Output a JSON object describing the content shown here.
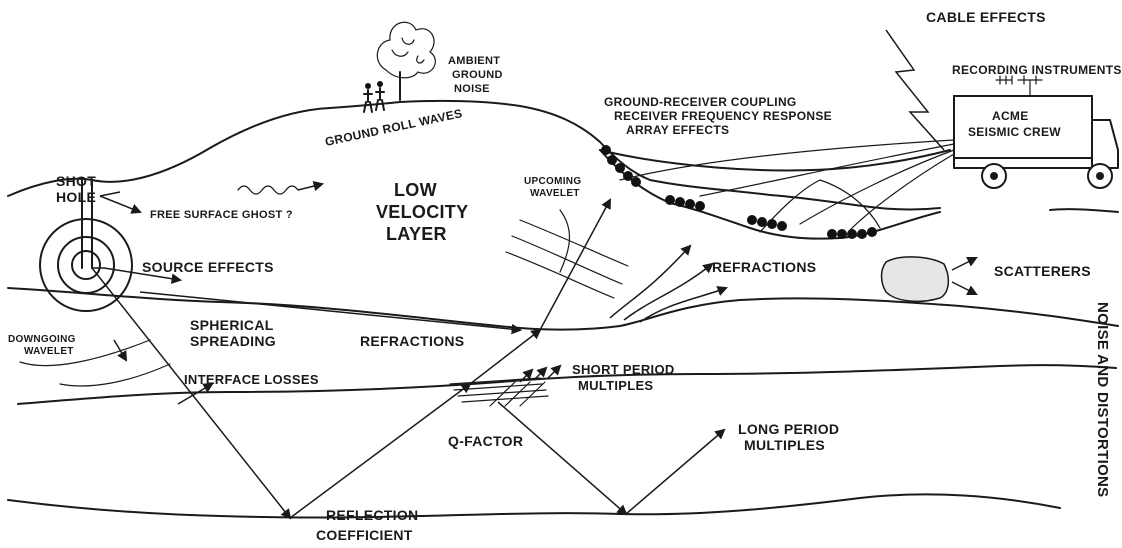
{
  "labels": {
    "cable_effects": "CABLE EFFECTS",
    "recording_instruments": "RECORDING INSTRUMENTS",
    "ambient_1": "AMBIENT",
    "ambient_2": "GROUND",
    "ambient_3": "NOISE",
    "coupling_1": "GROUND-RECEIVER COUPLING",
    "coupling_2": "RECEIVER FREQUENCY RESPONSE",
    "coupling_3": "ARRAY EFFECTS",
    "truck_1": "ACME",
    "truck_2": "SEISMIC CREW",
    "ground_roll": "GROUND ROLL WAVES",
    "shot_hole_1": "SHOT",
    "shot_hole_2": "HOLE",
    "free_surface_ghost": "FREE SURFACE GHOST ?",
    "low_velocity_1": "LOW",
    "low_velocity_2": "VELOCITY",
    "low_velocity_3": "LAYER",
    "upcoming_1": "UPCOMING",
    "upcoming_2": "WAVELET",
    "source_effects": "SOURCE EFFECTS",
    "refractions_upper": "REFRACTIONS",
    "scatterers": "SCATTERERS",
    "downgoing_1": "DOWNGOING",
    "downgoing_2": "WAVELET",
    "spherical_1": "SPHERICAL",
    "spherical_2": "SPREADING",
    "refractions_lower": "REFRACTIONS",
    "short_period_1": "SHORT PERIOD",
    "short_period_2": "MULTIPLES",
    "interface_losses": "INTERFACE LOSSES",
    "q_factor": "Q-FACTOR",
    "long_period_1": "LONG PERIOD",
    "long_period_2": "MULTIPLES",
    "reflection_1": "REFLECTION",
    "reflection_2": "COEFFICIENT",
    "side_title": "NOISE AND DISTORTIONS"
  },
  "colors": {
    "ink": "#1a1a1a",
    "paper": "#ffffff"
  }
}
